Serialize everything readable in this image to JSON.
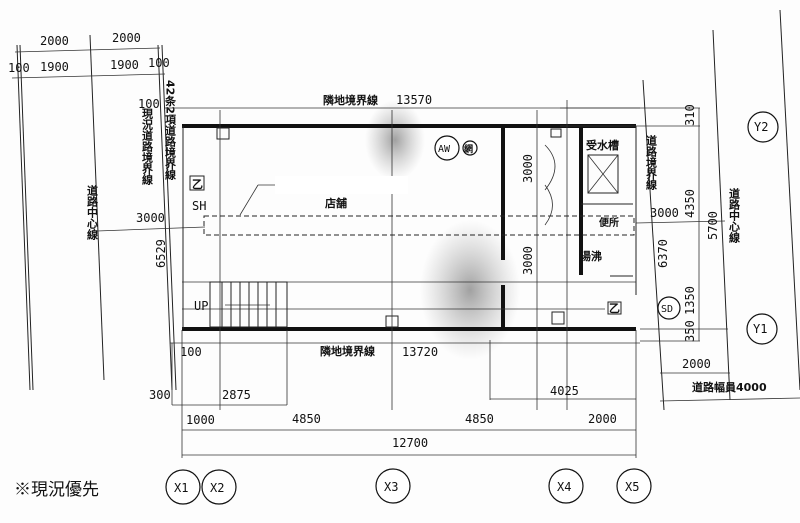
{
  "drawing": {
    "top_dims_row1": [
      "2000",
      "2000"
    ],
    "top_dims_row2": [
      "100",
      "1900",
      "1900",
      "100"
    ],
    "left_road_boundary_current": "現況道路境界線",
    "left_road_boundary_42": "42条2項道路境界線",
    "left_road_center": "道路中心線",
    "left_offset_100": "100",
    "left_3000": "3000",
    "left_6529": "6529",
    "top_neighbor_boundary": "隣地境界線",
    "top_neighbor_length": "13570",
    "bottom_neighbor_boundary": "隣地境界線",
    "bottom_neighbor_length": "13720",
    "bottom_left_100": "100",
    "shop_label": "店舗",
    "sh_label": "SH",
    "otsu_mark": "乙",
    "aw_mark": "AW",
    "net_mark": "網",
    "up_label": "UP",
    "room_3000_top": "3000",
    "room_3000_bottom": "3000",
    "water_tank": "受水槽",
    "toilet": "便所",
    "kitchen": "湯沸",
    "otsu_mark_right": "乙",
    "sd_mark": "SD",
    "right_road_boundary": "道路境界線",
    "right_road_center": "道路中心線",
    "right_3000": "3000",
    "right_4350": "4350",
    "right_310": "310",
    "right_5700": "5700",
    "right_6370": "6370",
    "right_1350": "1350",
    "right_350": "350",
    "right_2000": "2000",
    "road_width": "道路幅員4000",
    "dim_300": "300",
    "dim_2875": "2875",
    "dim_4025": "4025",
    "bottom_dims": [
      "1000",
      "4850",
      "4850",
      "2000"
    ],
    "total_width": "12700",
    "grid_x": [
      "X1",
      "X2",
      "X3",
      "X4",
      "X5"
    ],
    "grid_y": [
      "Y2",
      "Y1"
    ],
    "handwritten_note": "※現況優先"
  }
}
